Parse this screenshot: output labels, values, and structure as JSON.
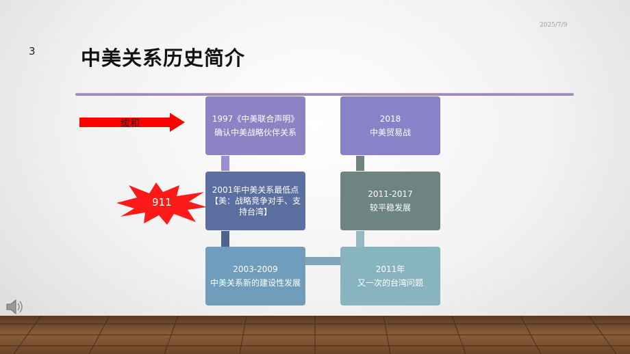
{
  "slide": {
    "number": "3",
    "date": "2025/7/9",
    "title": "中美关系历史简介"
  },
  "callouts": {
    "arrow_label": "缓和",
    "burst_label": "911"
  },
  "boxes": [
    {
      "id": "box-1997",
      "line1": "1997《中美联合声明》",
      "line2": "确认中美战略伙伴关系"
    },
    {
      "id": "box-2001",
      "line1": "2001年中美关系最低点【美：战略竞争对手、支持台湾】",
      "line2": ""
    },
    {
      "id": "box-2003",
      "line1": "2003-2009",
      "line2": "中美关系新的建设性发展"
    },
    {
      "id": "box-2011",
      "line1": "2011年",
      "line2": "又一次的台湾问题"
    },
    {
      "id": "box-2011-2017",
      "line1": "2011-2017",
      "line2": "较平稳发展"
    },
    {
      "id": "box-2018",
      "line1": "2018",
      "line2": "中美贸易战"
    }
  ],
  "colors": {
    "box_1997": "#8c83c4",
    "box_2001": "#5a6fa0",
    "box_2003": "#6f9dbb",
    "box_2011": "#88b4bf",
    "box_2011_2017": "#6d8480",
    "box_2018": "#8a82c8",
    "arrow": "#ff0000",
    "burst": "#ff1a1a"
  }
}
